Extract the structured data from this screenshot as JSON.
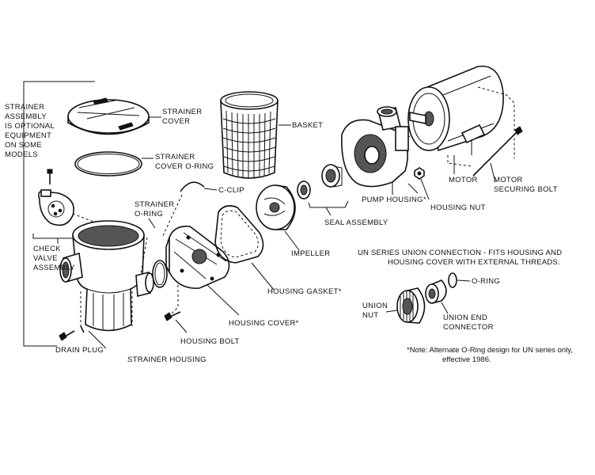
{
  "labels": {
    "strainer_cover": [
      "STRAINER",
      "COVER"
    ],
    "basket": "BASKET",
    "strainer_cover_oring": [
      "STRAINER",
      "COVER O-RING"
    ],
    "c_clip": "C-CLIP",
    "strainer_oring": [
      "STRAINER",
      "O-RING"
    ],
    "check_valve": [
      "CHECK",
      "VALVE",
      "ASSEMBLY"
    ],
    "drain_plug": "DRAIN PLUG",
    "strainer_housing": "STRAINER HOUSING",
    "housing_bolt": "HOUSING BOLT",
    "housing_cover": "HOUSING COVER*",
    "housing_gasket": "HOUSING GASKET*",
    "impeller": "IMPELLER",
    "seal_assembly": "SEAL ASSEMBLY",
    "pump_housing": "PUMP HOUSING*",
    "housing_nut": "HOUSING NUT",
    "motor": "MOTOR",
    "motor_securing_bolt": [
      "MOTOR",
      "SECURING BOLT"
    ],
    "oring": "O-RING",
    "union_nut": [
      "UNION",
      "NUT"
    ],
    "union_end_connector": [
      "UNION END",
      "CONNECTOR"
    ]
  },
  "side_note": [
    "STRAINER",
    "ASSEMBLY",
    "IS OPTIONAL",
    "EQUIPMENT",
    "ON SOME",
    "MODELS"
  ],
  "un_series": [
    "UN SERIES UNION CONNECTION - FITS HOUSING AND",
    "HOUSING COVER WITH EXTERNAL THREADS."
  ],
  "footnote": [
    "*Note:  Alternate O-Ring design for UN series only,",
    "effective 1986."
  ]
}
